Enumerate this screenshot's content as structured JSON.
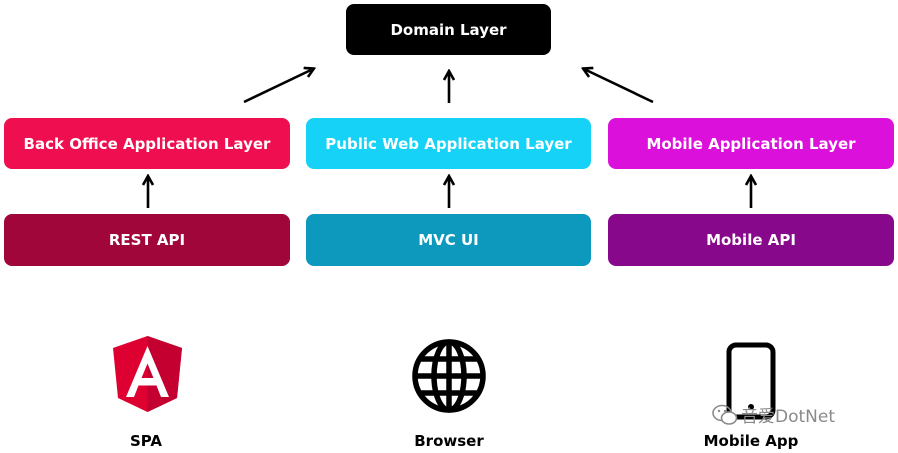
{
  "domain_layer": {
    "label": "Domain Layer"
  },
  "application_layers": [
    {
      "label": "Back Office Application Layer",
      "color": "#ef0e4f"
    },
    {
      "label": "Public Web Application Layer",
      "color": "#17d2f7"
    },
    {
      "label": "Mobile Application Layer",
      "color": "#dc10db"
    }
  ],
  "api_layers": [
    {
      "label": "REST API",
      "color": "#a1063a"
    },
    {
      "label": "MVC UI",
      "color": "#0d99bd"
    },
    {
      "label": "Mobile API",
      "color": "#88088c"
    }
  ],
  "clients": [
    {
      "label": "SPA",
      "icon": "angular-logo-icon"
    },
    {
      "label": "Browser",
      "icon": "globe-icon"
    },
    {
      "label": "Mobile App",
      "icon": "smartphone-icon"
    }
  ],
  "watermark": {
    "text": "音爱DotNet",
    "icon": "wechat-icon"
  }
}
